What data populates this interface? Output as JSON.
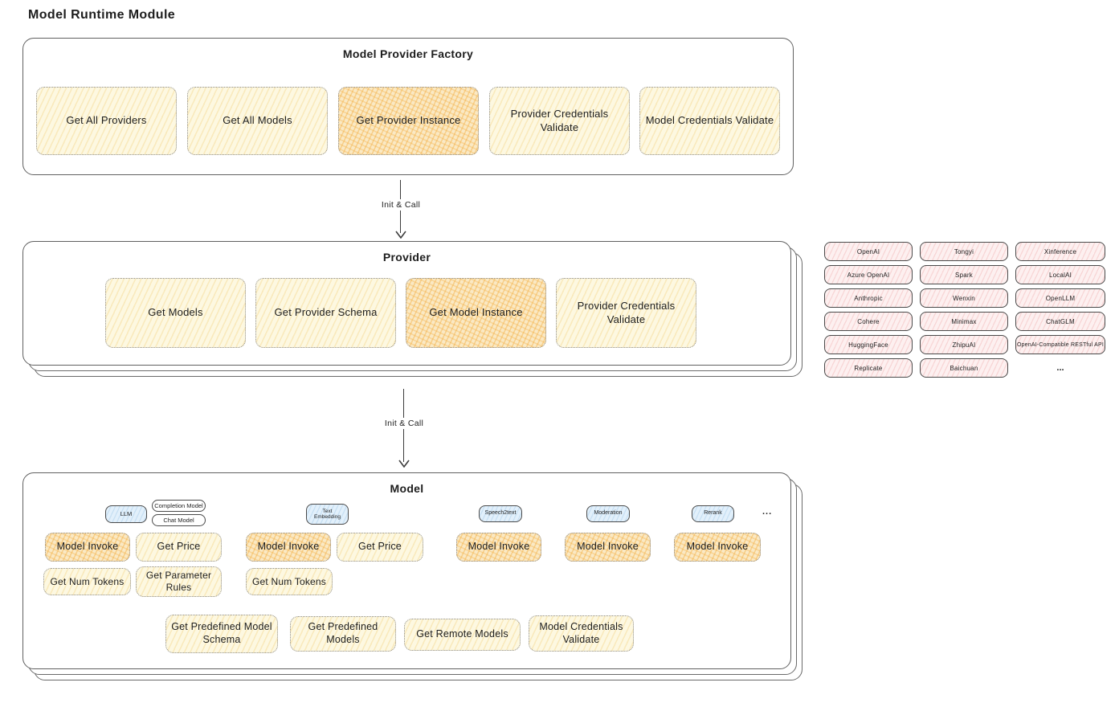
{
  "title": "Model Runtime Module",
  "arrow1": {
    "label": "Init & Call"
  },
  "arrow2": {
    "label": "Init & Call"
  },
  "factory": {
    "title": "Model Provider Factory",
    "buttons": [
      {
        "label": "Get All Providers",
        "highlighted": false
      },
      {
        "label": "Get All Models",
        "highlighted": false
      },
      {
        "label": "Get Provider Instance",
        "highlighted": true
      },
      {
        "label": "Provider Credentials Validate",
        "highlighted": false
      },
      {
        "label": "Model Credentials Validate",
        "highlighted": false
      }
    ]
  },
  "provider": {
    "title": "Provider",
    "buttons": [
      {
        "label": "Get Models",
        "highlighted": false
      },
      {
        "label": "Get Provider Schema",
        "highlighted": false
      },
      {
        "label": "Get Model Instance",
        "highlighted": true
      },
      {
        "label": "Provider Credentials Validate",
        "highlighted": false
      }
    ]
  },
  "providers_grid": {
    "chips": [
      "OpenAI",
      "Tongyi",
      "Xinference",
      "Azure OpenAI",
      "Spark",
      "LocalAI",
      "Anthropic",
      "Wenxin",
      "OpenLLM",
      "Cohere",
      "Minimax",
      "ChatGLM",
      "HuggingFace",
      "ZhipuAI",
      "OpenAI-Compatible RESTful API",
      "Replicate",
      "Baichuan"
    ],
    "more": "..."
  },
  "model": {
    "title": "Model",
    "tabs": {
      "llm": "LLM",
      "completion": "Completion Model",
      "chat": "Chat Model",
      "text_embedding": "Text Embedding",
      "speech2text": "Speech2text",
      "moderation": "Moderation",
      "rerank": "Rerank",
      "more": "..."
    },
    "buttons_row1": [
      {
        "label": "Model Invoke",
        "highlighted": true
      },
      {
        "label": "Get Price",
        "highlighted": false
      },
      {
        "label": "Model Invoke",
        "highlighted": true
      },
      {
        "label": "Get Price",
        "highlighted": false
      },
      {
        "label": "Model Invoke",
        "highlighted": true
      },
      {
        "label": "Model Invoke",
        "highlighted": true
      },
      {
        "label": "Model Invoke",
        "highlighted": true
      }
    ],
    "buttons_row2": [
      {
        "label": "Get Num Tokens"
      },
      {
        "label": "Get Parameter Rules"
      },
      {
        "label": "Get Num Tokens"
      }
    ],
    "buttons_row3": [
      {
        "label": "Get Predefined Model Schema"
      },
      {
        "label": "Get Predefined Models"
      },
      {
        "label": "Get Remote Models"
      },
      {
        "label": "Model Credentials Validate"
      }
    ]
  },
  "colors": {
    "highlight_fill": "#f2a630",
    "yellow_fill": "#fdf8e1",
    "pink_fill": "#fdf0f0",
    "blue_fill": "#e2f0fb",
    "stroke": "#4a4a4a"
  }
}
